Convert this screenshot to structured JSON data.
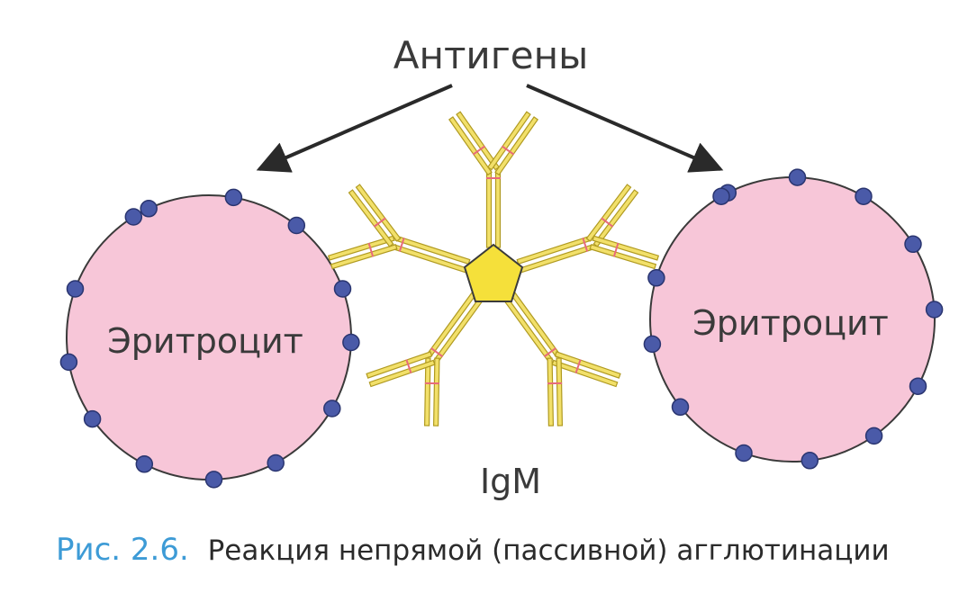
{
  "labels": {
    "antigens": "Антигены",
    "cell_left": "Эритроцит",
    "cell_right": "Эритроцит",
    "antibody": "IgM"
  },
  "caption": {
    "number": "Рис. 2.6.",
    "text": "Реакция непрямой (пассивной) агглютинации"
  },
  "colors": {
    "cell_fill": "#f7c6d8",
    "cell_stroke": "#3a3a3a",
    "antigen": "#4a5aa8",
    "antibody": "#f2e06a",
    "antibody_stroke": "#b09a20",
    "disulfide": "#e86a7a",
    "caption_accent": "#3d9bd6"
  }
}
